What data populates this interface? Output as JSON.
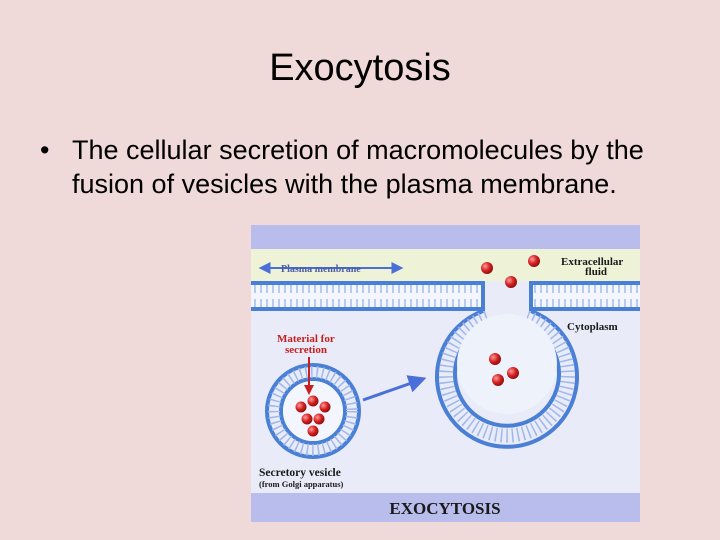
{
  "slide": {
    "title": "Exocytosis",
    "bullet_marker": "•",
    "bullet_text": "The cellular secretion of macromolecules by the fusion of vesicles with the plasma membrane."
  },
  "figure": {
    "label_extracellular_1": "Extracellular",
    "label_extracellular_2": "fluid",
    "label_plasma_membrane": "Plasma membrane",
    "label_cytoplasm": "Cytoplasm",
    "label_material_1": "Material for",
    "label_material_2": "secretion",
    "label_vesicle": "Secretory vesicle",
    "label_golgi": "(from Golgi apparatus)",
    "caption": "EXOCYTOSIS",
    "colors": {
      "panel": "#e9ebf8",
      "caption_bar": "#b9bdeb",
      "extracellular": "#eef3d8",
      "membrane": "#4a7fd6",
      "particle": "#d42020",
      "arrow": "#4a6fd8",
      "red_label": "#c82020"
    }
  }
}
